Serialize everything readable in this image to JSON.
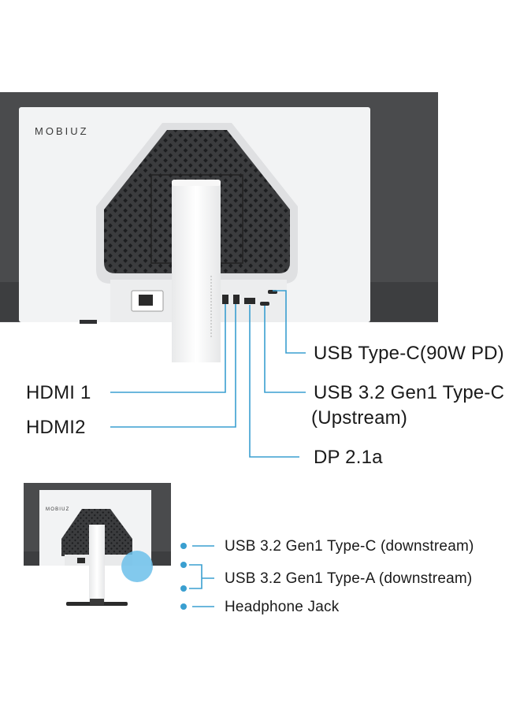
{
  "brand": {
    "logo_text": "MOBIUZ"
  },
  "colors": {
    "callout_line": "#3a9fd0",
    "monitor_frame": "#4a4b4d",
    "monitor_back": "#f2f3f4",
    "vent_panel": "#3b3c3e",
    "highlight_circle": "#6cc0ea"
  },
  "main_callouts": {
    "usb_c_pd": "USB Type-C(90W PD)",
    "usb_c_upstream_line1": "USB 3.2 Gen1 Type-C",
    "usb_c_upstream_line2": "(Upstream)",
    "hdmi1": "HDMI 1",
    "hdmi2": "HDMI2",
    "dp": "DP 2.1a"
  },
  "side_callouts": {
    "usb_c_downstream": "USB 3.2 Gen1 Type-C (downstream)",
    "usb_a_downstream": "USB 3.2 Gen1 Type-A (downstream)",
    "headphone": "Headphone Jack"
  }
}
